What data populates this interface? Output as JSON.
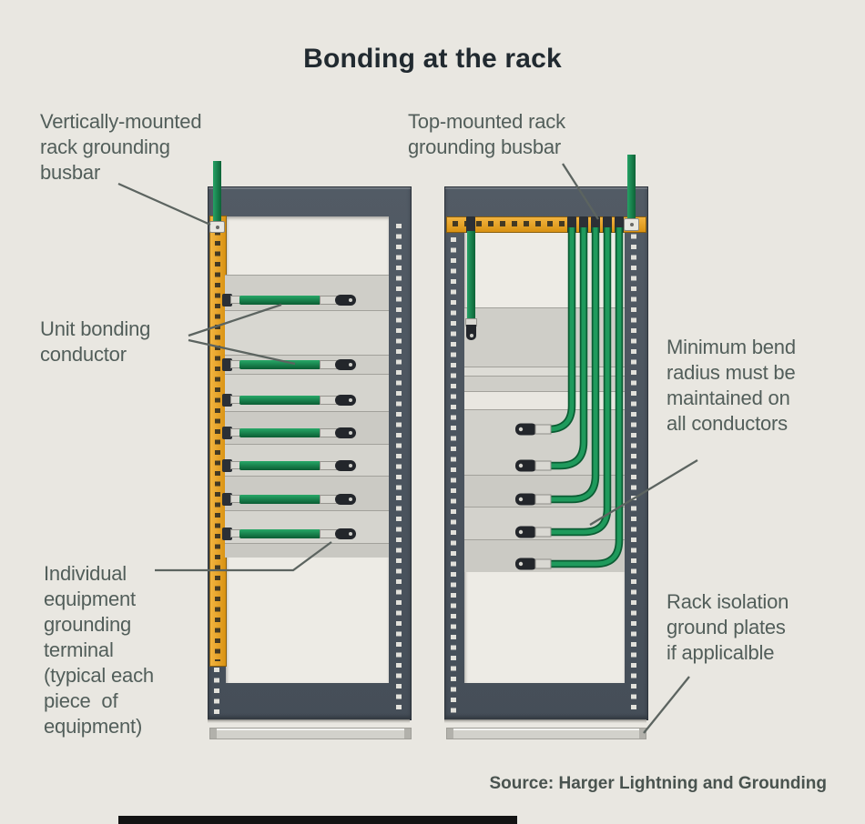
{
  "title": "Bonding at the rack",
  "source_credit": "Source: Harger Lightning and Grounding",
  "labels": {
    "vertical_busbar": "Vertically-mounted\nrack grounding\nbusbar",
    "top_busbar": "Top-mounted rack\ngrounding busbar",
    "unit_bonding_conductor": "Unit bonding\nconductor",
    "minimum_bend_radius": "Minimum bend\nradius must be\nmaintained on\nall conductors",
    "individual_terminal": "Individual\nequipment\ngrounding\nterminal\n(typical each\npiece  of\nequipment)",
    "rack_isolation": "Rack isolation\nground plates\nif applicalble"
  },
  "colors": {
    "background": "#e9e7e1",
    "rack_frame": "#4a535d",
    "busbar_orange": "#e9a427",
    "conductor_green": "#17854c",
    "label_text": "#525e5a",
    "title_text": "#212a30"
  }
}
